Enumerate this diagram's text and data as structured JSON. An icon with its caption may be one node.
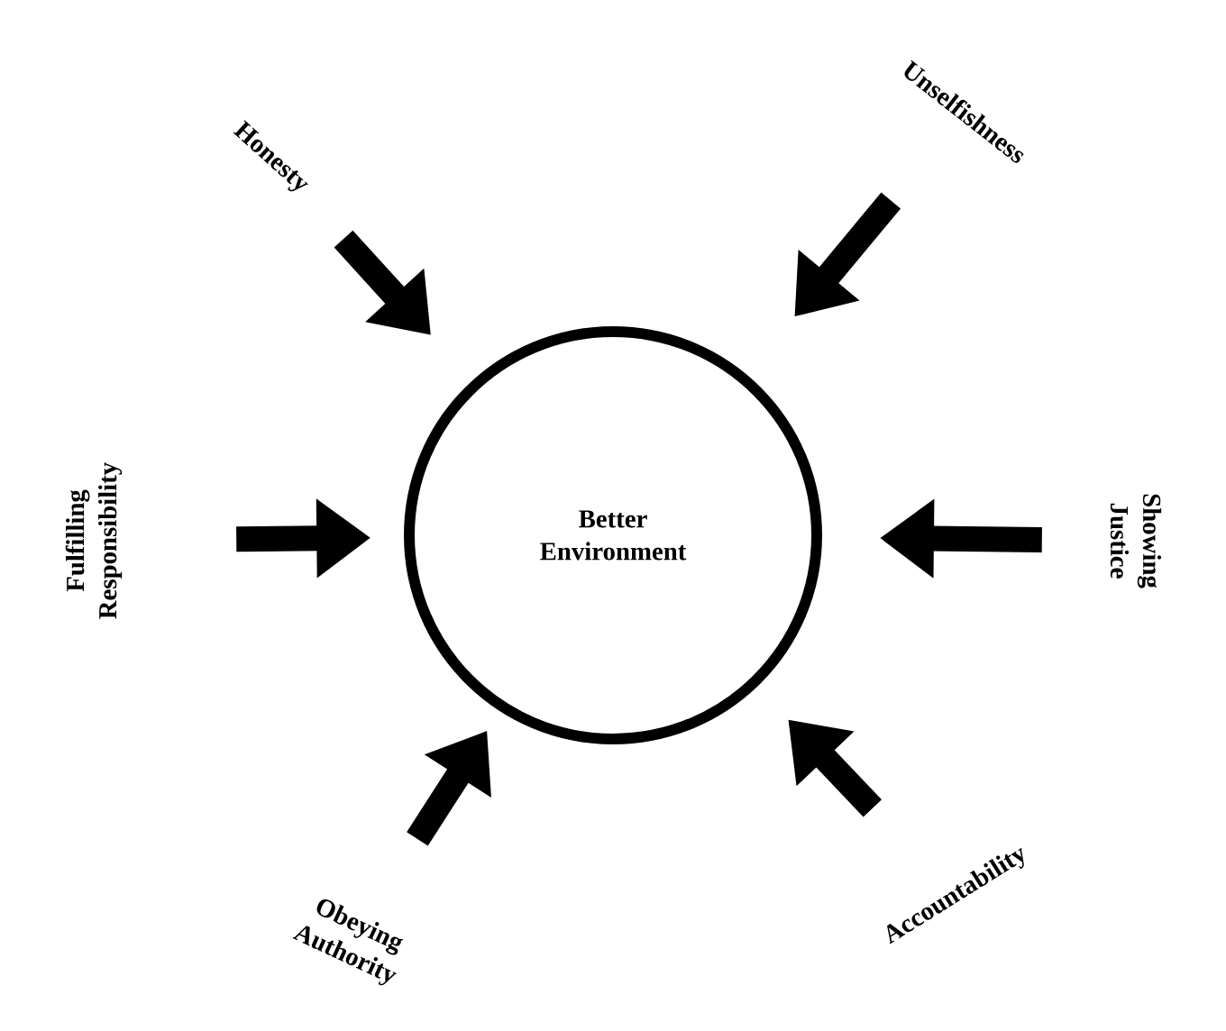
{
  "diagram": {
    "nodes": [
      {
        "text": [
          "Better Environment"
        ]
      },
      {
        "text": [
          "Honesty"
        ]
      },
      {
        "text": [
          "Unselfishness"
        ]
      },
      {
        "text": [
          "Fulfilling Responsibility"
        ]
      },
      {
        "text": [
          "Showing Justice"
        ]
      },
      {
        "text": [
          "Obeying Authority"
        ]
      },
      {
        "text": [
          "Accountability"
        ]
      }
    ],
    "edges": [
      {
        "from": 1,
        "to": 0,
        "arrow": "to"
      },
      {
        "from": 2,
        "to": 0,
        "arrow": "to"
      },
      {
        "from": 3,
        "to": 0,
        "arrow": "to"
      },
      {
        "from": 4,
        "to": 0,
        "arrow": "to"
      },
      {
        "from": 5,
        "to": 0,
        "arrow": "to"
      },
      {
        "from": 6,
        "to": 0,
        "arrow": "to"
      }
    ]
  }
}
